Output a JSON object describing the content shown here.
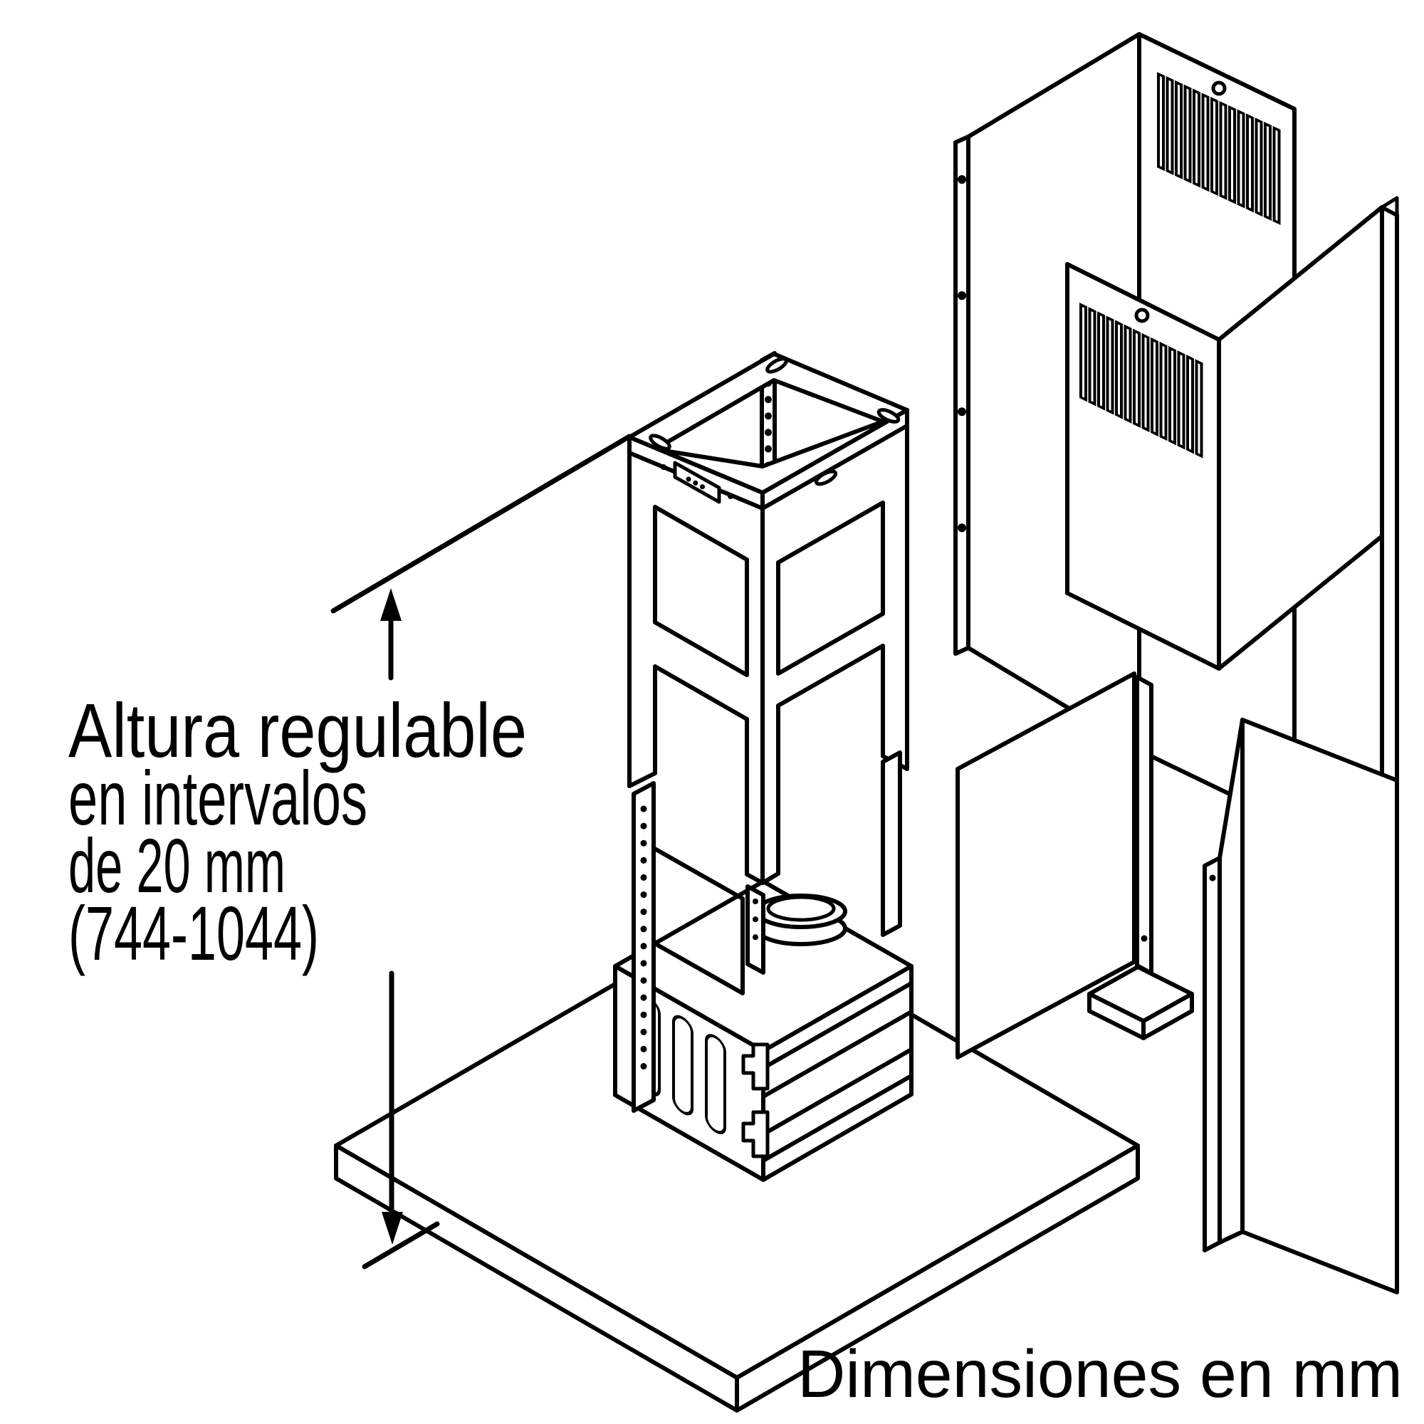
{
  "diagram": {
    "type": "exploded-installation-drawing",
    "subject": "island chimney hood mounting (frame, chimney covers, hood body, ceiling plate)",
    "height_annotation": {
      "lines": [
        "Altura regulable",
        "en intervalos",
        "de 20 mm",
        "(744-1044)"
      ],
      "meaning": "Height adjustable in 20 mm steps, range 744-1044 mm"
    },
    "units_note": "Dimensiones en mm"
  },
  "colors": {
    "ink": "#000000",
    "paper": "#ffffff"
  }
}
